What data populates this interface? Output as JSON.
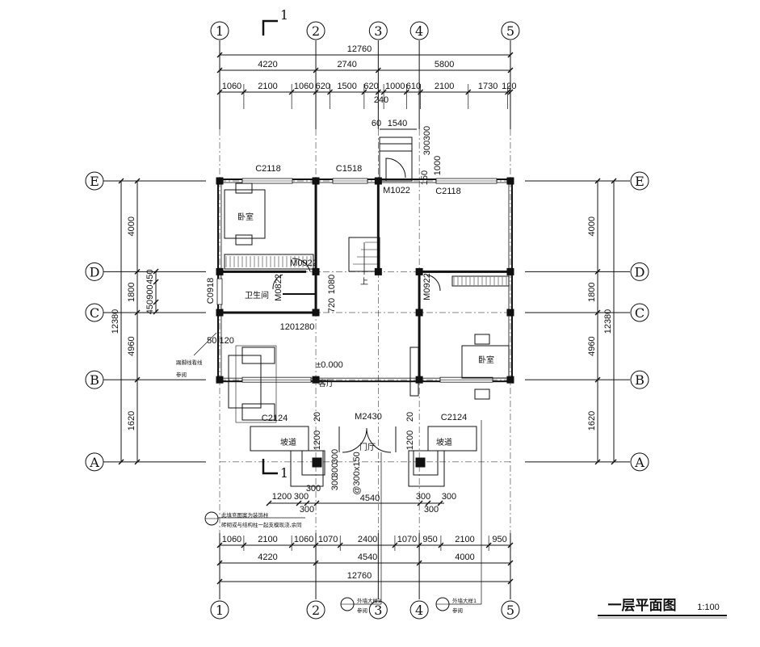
{
  "drawing": {
    "title": "一层平面图",
    "scale": "1:100",
    "section_mark": "1"
  },
  "axes": {
    "columns": [
      "1",
      "2",
      "3",
      "4",
      "5"
    ],
    "rows": [
      "A",
      "B",
      "C",
      "D",
      "E"
    ]
  },
  "dims_top": {
    "overall": "12760",
    "spans": [
      "4220",
      "2740",
      "5800"
    ],
    "detail": [
      "1060",
      "2100",
      "1060",
      "620",
      "1500",
      "620",
      "1000",
      "610",
      "2100",
      "1730",
      "120"
    ],
    "gap": "240",
    "rear_step": [
      "60",
      "1540",
      "300",
      "300",
      "1000",
      "150"
    ]
  },
  "dims_bottom": {
    "detail": [
      "1060",
      "2100",
      "1060",
      "1070",
      "2400",
      "1070",
      "950",
      "2100",
      "950"
    ],
    "spans": [
      "4220",
      "4540",
      "4000"
    ],
    "overall": "12760",
    "porch": [
      "1200",
      "300",
      "4540",
      "300",
      "300"
    ],
    "porch_sub": [
      "300",
      "300",
      "300"
    ]
  },
  "dims_left": {
    "overall": "12380",
    "spans": [
      "4000",
      "1800",
      "4960",
      "1620"
    ],
    "detail": [
      "450",
      "900",
      "450"
    ]
  },
  "dims_right": {
    "overall": "12380",
    "spans": [
      "4000",
      "1800",
      "4960",
      "1620"
    ]
  },
  "labels": {
    "win_c2118_a": "C2118",
    "win_c1518": "C1518",
    "door_m1022": "M1022",
    "win_c2118_b": "C2118",
    "bedroom_1": "卧室",
    "door_m0922_a": "M0922",
    "win_c0918": "C0918",
    "bathroom": "卫生间",
    "door_m0822": "M0822",
    "dim_1080": "1080",
    "dim_720": "720",
    "stair_up": "上",
    "door_m0922_b": "M0922",
    "dim_1201280": "1201280",
    "dim_50_120": "50  120",
    "note_skirting": "踢脚线看线",
    "note_ref": "参阅",
    "elevation": "±0.000",
    "living_room": "客厅",
    "bedroom_2": "卧室",
    "win_c2124_a": "C2124",
    "door_m2430": "M2430",
    "dim_20_a": "20",
    "dim_20_b": "20",
    "win_c2124_b": "C2124",
    "ramp_a": "坡道",
    "foyer": "门厅",
    "ramp_b": "坡道",
    "dim_1200_a": "1200",
    "dim_1200_b": "1200",
    "step_spec": "@300x150",
    "step_300_a": "300",
    "step_300_b": "300",
    "step_300_c": "300",
    "note_column_1": "此填充图案为装饰柱",
    "note_column_2": "砖砌或与结构柱一起支模现浇,余同",
    "detail_2": "外墙大样2",
    "detail_2_ref": "参阅",
    "detail_1": "外墙大样1",
    "detail_1_ref": "参阅"
  }
}
